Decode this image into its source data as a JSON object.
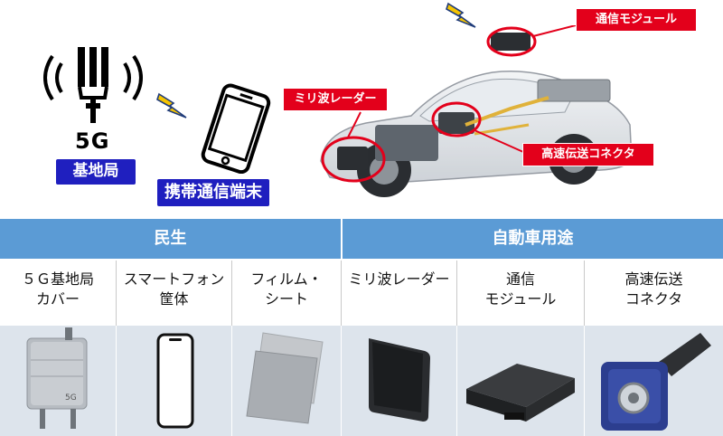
{
  "diagram": {
    "tower_text": "5G",
    "tower_label": "基地局",
    "phone_label": "携帯通信端末",
    "callouts": {
      "module": "通信モジュール",
      "radar": "ミリ波レーダー",
      "connector": "高速伝送コネクタ"
    }
  },
  "table": {
    "headers": [
      "民生",
      "自動車用途"
    ],
    "columns": [
      {
        "line1": "５Ｇ基地局",
        "line2": "カバー",
        "icon": "antenna-cover-icon",
        "badge": "5G"
      },
      {
        "line1": "スマートフォン",
        "line2": "筐体",
        "icon": "smartphone-icon"
      },
      {
        "line1": "フィルム・",
        "line2": "シート",
        "icon": "film-sheet-icon"
      },
      {
        "line1": "ミリ波レーダー",
        "line2": "",
        "icon": "radar-module-icon"
      },
      {
        "line1": "通信",
        "line2": "モジュール",
        "icon": "communication-module-icon"
      },
      {
        "line1": "高速伝送",
        "line2": "コネクタ",
        "icon": "connector-icon"
      }
    ]
  },
  "colors": {
    "header_blue": "#5b9bd5",
    "label_blue": "#1f1fbf",
    "callout_red": "#e3001b",
    "image_bg": "#dde4ec"
  }
}
